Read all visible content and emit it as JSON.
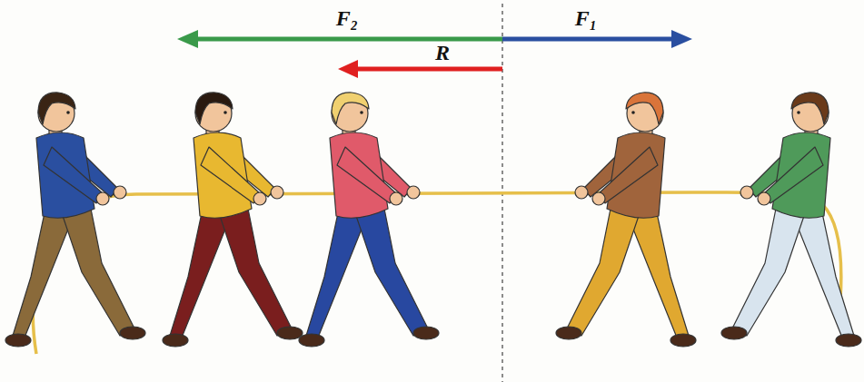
{
  "diagram": {
    "labels": [
      "F₂",
      "F₁",
      "R"
    ]
  }
}
